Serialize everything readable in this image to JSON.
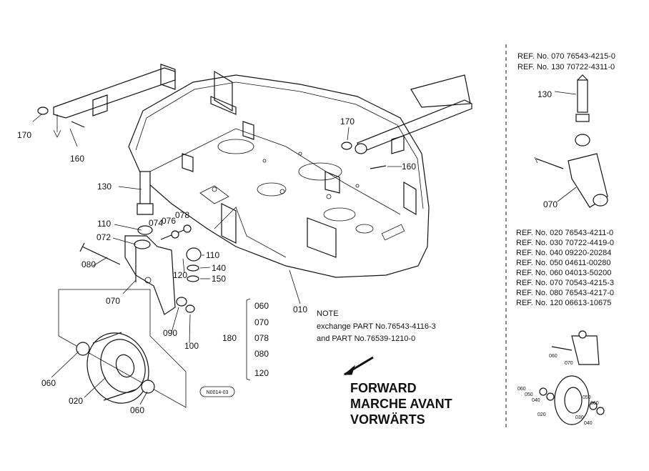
{
  "callouts": {
    "p170_left": "170",
    "p160_left": "160",
    "p130": "130",
    "p110_left": "110",
    "p074": "074",
    "p076": "076",
    "p078": "078",
    "p072": "072",
    "p080": "080",
    "p070": "070",
    "p110_right": "110",
    "p120": "120",
    "p140": "140",
    "p150": "150",
    "p090": "090",
    "p100": "100",
    "p060_left": "060",
    "p020": "020",
    "p060_bottom": "060",
    "p010": "010",
    "p170_right": "170",
    "p160_right": "160"
  },
  "stack": {
    "lead": "180",
    "items": [
      "060",
      "070",
      "078",
      "080",
      "120"
    ]
  },
  "stamp": "N0014-03",
  "note": {
    "title": "NOTE",
    "line1": "exchange PART No.76543-4116-3",
    "line2": "and PART No.76539-1210-0"
  },
  "forward": {
    "line1": "FORWARD",
    "line2": "MARCHE AVANT",
    "line3": "VORWÄRTS"
  },
  "ref_top": [
    "REF. No. 070 76543-4215-0",
    "REF. No. 130 70722-4311-0"
  ],
  "inset_top": {
    "p130": "130",
    "p070": "070"
  },
  "ref_mid": [
    "REF. No. 020 76543-4211-0",
    "REF. No. 030 70722-4419-0",
    "REF. No. 040 09220-20284",
    "REF. No. 050 04611-00280",
    "REF. No. 060 04013-50200",
    "REF. No. 070 70543-4215-3",
    "REF. No. 080 76543-4217-0",
    "REF. No. 120 06613-10675"
  ],
  "inset_bottom": {
    "a": "060",
    "b": "070",
    "c": "060",
    "d": "050",
    "e": "040",
    "f": "020",
    "g": "050",
    "h": "060",
    "i": "030",
    "j": "040"
  }
}
